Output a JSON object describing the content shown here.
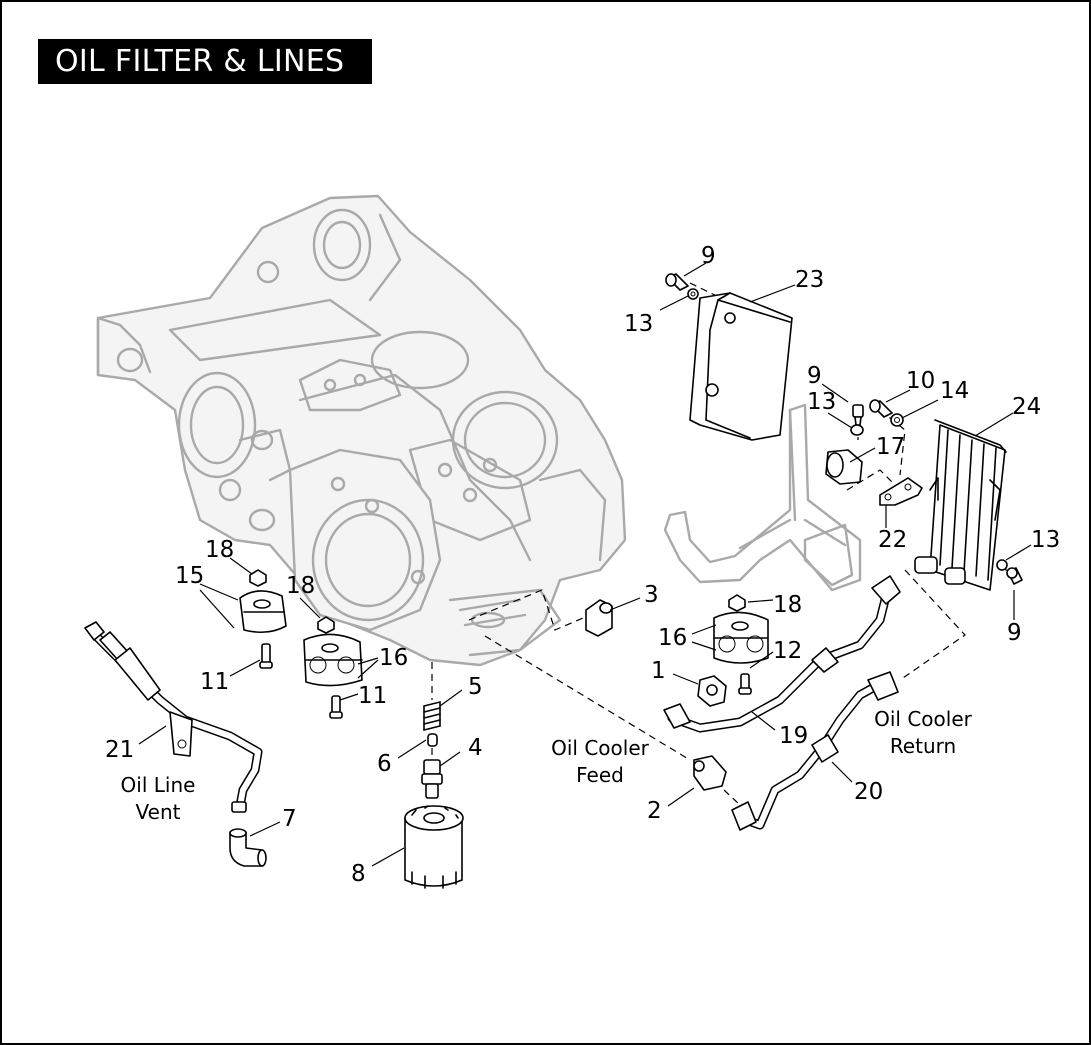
{
  "title": "OIL FILTER & LINES",
  "callouts": [
    "1",
    "2",
    "3",
    "4",
    "5",
    "6",
    "7",
    "8",
    "9",
    "9",
    "9",
    "10",
    "11",
    "11",
    "12",
    "13",
    "13",
    "13",
    "14",
    "15",
    "16",
    "16",
    "17",
    "18",
    "18",
    "18",
    "19",
    "20",
    "21",
    "22",
    "23",
    "24"
  ],
  "captions": {
    "oil_cooler_feed": [
      "Oil Cooler",
      "Feed"
    ],
    "oil_cooler_return": [
      "Oil Cooler",
      "Return"
    ],
    "oil_line_vent": [
      "Oil Line",
      "Vent"
    ]
  },
  "colors": {
    "ink": "#000000",
    "ghost_outline": "#a9a9a9",
    "background": "#ffffff"
  }
}
